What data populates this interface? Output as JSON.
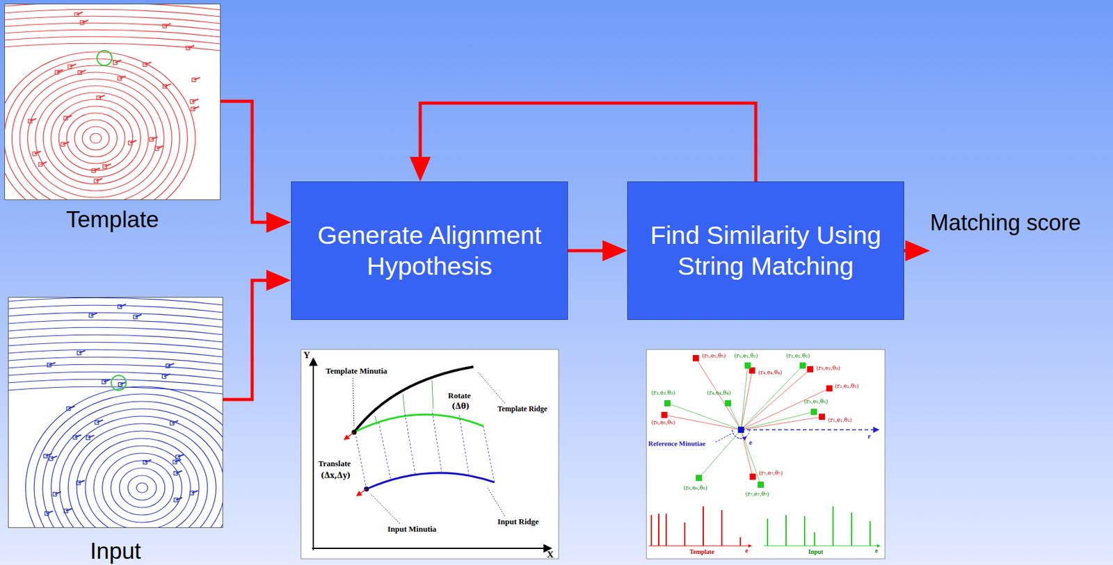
{
  "diagram": {
    "nodes": [
      {
        "text": [
          "Template"
        ]
      },
      {
        "text": [
          "Input"
        ]
      },
      {
        "text": [
          "Generate Alignment Hypothesis"
        ]
      },
      {
        "text": [
          "Find Similarity Using String Matching"
        ]
      },
      {
        "text": [
          "Matching score"
        ]
      }
    ],
    "edges": [
      {
        "from": 0,
        "to": 2,
        "arrow": "to"
      },
      {
        "from": 1,
        "to": 2,
        "arrow": "to"
      },
      {
        "from": 2,
        "to": 3,
        "arrow": "to"
      },
      {
        "from": 3,
        "to": 2,
        "arrow": "to"
      },
      {
        "from": 3,
        "to": 4,
        "arrow": "to"
      }
    ],
    "labels": [
      "Y",
      "X",
      "Template Minutia",
      "Rotate",
      "(Δθ)",
      "Template Ridge",
      "Translate",
      "(Δx,Δy)",
      "Input Minutia",
      "Input Ridge",
      "Reference Minutiae",
      "e",
      "r",
      "(r₅,e₅,θ₅)",
      "(r₄,e₄,θ₄)",
      "(r₃,e₃,θ₃)",
      "(r₂,e₂,θ₂)",
      "(r₁,e₁,θ₁)",
      "(r₆,e₆,θ₆)",
      "(r₇,e₇,θ₇)",
      "(r₁,e₁,θ₁)",
      "(r₂,e₂,θ₂)",
      "(r₃,e₃,θ₃)",
      "(r₄,e₄,θ₄)",
      "(r₅,e₅,θ₅)",
      "(r₆,e₆,θ₆)",
      "(r₇,e₇,θ₇)",
      "Template",
      "e",
      "Input",
      "e"
    ]
  }
}
